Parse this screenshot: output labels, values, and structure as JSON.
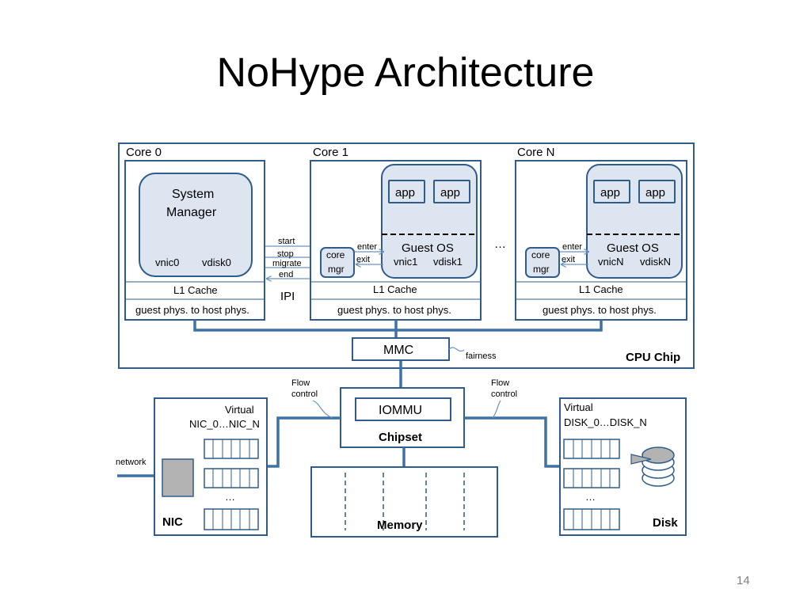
{
  "slide": {
    "title": "NoHype Architecture",
    "page_number": "14"
  },
  "cpu": {
    "chip_label": "CPU Chip",
    "core0": {
      "label": "Core 0",
      "manager_line1": "System",
      "manager_line2": "Manager",
      "vnic": "vnic0",
      "vdisk": "vdisk0",
      "cache": "L1 Cache",
      "translation": "guest phys. to host phys."
    },
    "core1": {
      "label": "Core 1",
      "app1": "app",
      "app2": "app",
      "guest_os": "Guest OS",
      "vnic": "vnic1",
      "vdisk": "vdisk1",
      "core_mgr_line1": "core",
      "core_mgr_line2": "mgr",
      "enter": "enter",
      "exit": "exit",
      "cache": "L1 Cache",
      "translation": "guest phys. to host phys."
    },
    "coreN": {
      "label": "Core N",
      "app1": "app",
      "app2": "app",
      "guest_os": "Guest OS",
      "vnic": "vnicN",
      "vdisk": "vdiskN",
      "core_mgr_line1": "core",
      "core_mgr_line2": "mgr",
      "enter": "enter",
      "exit": "exit",
      "cache": "L1 Cache",
      "translation": "guest phys. to host phys."
    },
    "ellipsis": "…",
    "ipi": {
      "label": "IPI",
      "start": "start",
      "stop": "stop",
      "migrate": "migrate",
      "end": "end"
    },
    "mmc": "MMC",
    "fairness": "fairness"
  },
  "io": {
    "flow_control_line1": "Flow",
    "flow_control_line2": "control",
    "iommu": "IOMMU",
    "chipset": "Chipset",
    "memory": "Memory",
    "nic": {
      "label": "NIC",
      "virtual_line1": "Virtual",
      "virtual_line2": "NIC_0…NIC_N",
      "network": "network",
      "ellipsis": "…"
    },
    "disk": {
      "label": "Disk",
      "virtual_line1": "Virtual",
      "virtual_line2": "DISK_0…DISK_N",
      "ellipsis": "…"
    }
  },
  "colors": {
    "border": "#2f5c8a",
    "bus": "#3d72a6",
    "vm_fill": "#dde5f0",
    "nic_chip": "#b3b3b3"
  }
}
